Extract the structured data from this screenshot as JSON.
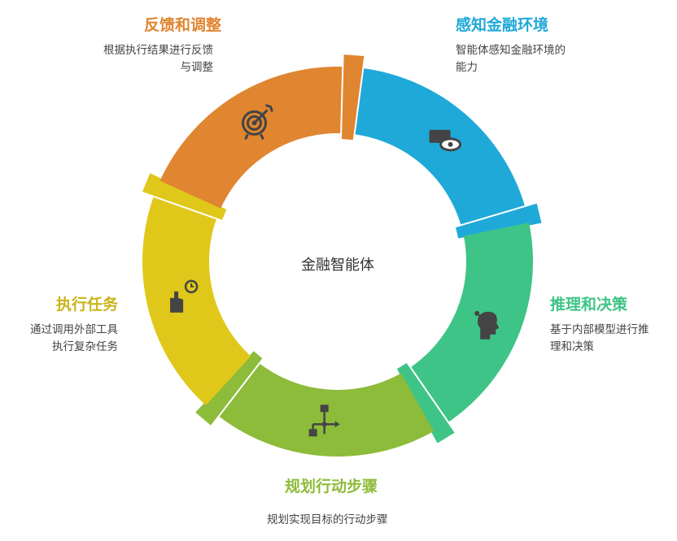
{
  "center_label": "金融智能体",
  "steps": [
    {
      "title": "感知金融环境",
      "desc_lines": [
        "智能体感知金融环境的",
        "能力"
      ],
      "color": "#1fa9d9",
      "icon": "wallet-eye-icon"
    },
    {
      "title": "推理和决策",
      "desc_lines": [
        "基于内部模型进行推",
        "理和决策"
      ],
      "color": "#3ec486",
      "icon": "head-brain-icon"
    },
    {
      "title": "规划行动步骤",
      "desc_lines": [
        "规划实现目标的行动步骤"
      ],
      "color": "#8dbb3a",
      "icon": "flowchart-icon"
    },
    {
      "title": "执行任务",
      "desc_lines": [
        "通过调用外部工具",
        "执行复杂任务"
      ],
      "color": "#dfc81a",
      "icon": "hand-clock-icon"
    },
    {
      "title": "反馈和调整",
      "desc_lines": [
        "根据执行结果进行反馈",
        "与调整"
      ],
      "color": "#e08530",
      "icon": "target-icon"
    }
  ]
}
